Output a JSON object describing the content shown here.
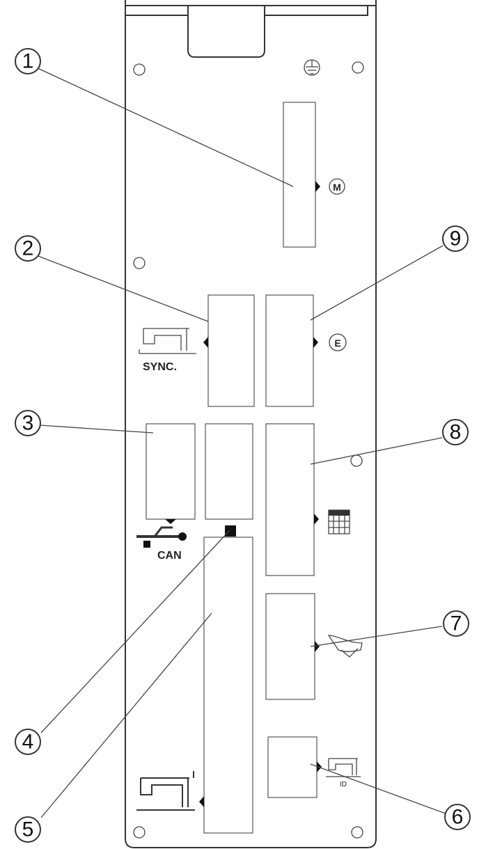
{
  "callouts": [
    "1",
    "2",
    "3",
    "4",
    "5",
    "6",
    "7",
    "8",
    "9"
  ],
  "labels": {
    "motor": "M",
    "encoder": "E",
    "sync": "SYNC.",
    "can": "CAN",
    "id": "ID"
  }
}
